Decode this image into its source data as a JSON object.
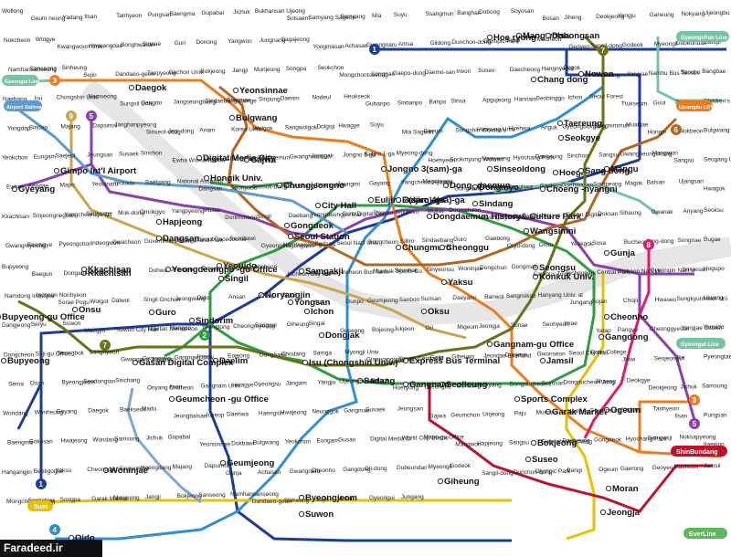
{
  "lines": [
    {
      "id": "line-1",
      "color": "#1b3c9a",
      "num": "1"
    },
    {
      "id": "line-2",
      "color": "#2f9e3f",
      "num": "2"
    },
    {
      "id": "line-3",
      "color": "#ef7c1c",
      "num": "3"
    },
    {
      "id": "line-4",
      "color": "#2f8fd6",
      "num": "4"
    },
    {
      "id": "line-5",
      "color": "#8b3fb0",
      "num": "5"
    },
    {
      "id": "line-6",
      "color": "#b5651d",
      "num": "6"
    },
    {
      "id": "line-7",
      "color": "#697215",
      "num": "7"
    },
    {
      "id": "line-8",
      "color": "#e6186c",
      "num": "8"
    },
    {
      "id": "line-9",
      "color": "#c9a648",
      "num": "9"
    },
    {
      "id": "jungang",
      "color": "#77c4a3",
      "num": ""
    },
    {
      "id": "bundang",
      "color": "#e6c200",
      "num": ""
    },
    {
      "id": "incheon",
      "color": "#7ca8d5",
      "num": ""
    },
    {
      "id": "sinbundang",
      "color": "#c0112b",
      "num": ""
    },
    {
      "id": "arex",
      "color": "#5b9bd5",
      "num": ""
    }
  ],
  "badges": {
    "gyeongui": "Gyeongui Line",
    "airport": "Airport Railroad",
    "gyeongchun": "Gyeongchun Line",
    "gyeongui_right": "Gyeongui Line",
    "sinbundang": "ShinBundang",
    "suin": "Suin",
    "everline": "EverLine",
    "ujeongbu": "Ujeongbu LRT"
  },
  "stations_major": [
    "Mangwolsa",
    "Daegok",
    "Yeonsinnae",
    "Bulgwang",
    "Chang dong",
    "Nowon",
    "Taereung",
    "Seokgye",
    "Mangu",
    "Hoegi",
    "Sang bong",
    "Choeng -nyangni",
    "Digital Media City",
    "Gajwa",
    "Hongik Univ.",
    "Chungjeongno",
    "City Hall",
    "Jongno 3(sam)-ga",
    "Dong- daemun",
    "Dongmyo",
    "Sinseoldong",
    "Euljiro 3(sam)-ga",
    "Euljiro 4(sa)-ga",
    "Dongdaemun History& Culture Park",
    "Sindang",
    "Wangsimni",
    "Gimpo Int'l Airport",
    "Gyeyang",
    "Hapjeong",
    "Dangsan",
    "Gongdeok",
    "Seoul Station",
    "Chungmuro",
    "Cheonggu",
    "Kkachisan",
    "Yeongdeungpo -gu Office",
    "Singil",
    "Yeouido",
    "Noryangjin",
    "Samgakji",
    "Yongsan",
    "Yaksu",
    "Oksu",
    "Ichon",
    "Konkuk Univ.",
    "Seongsu",
    "Gunja",
    "Cheonho",
    "Gangdong",
    "Bupyeong-gu Office",
    "Onsu",
    "Guro",
    "Sindorim",
    "Daelim",
    "Dongjak",
    "Express Bus Terminal",
    "Gangnam-gu Office",
    "Jamsil",
    "Seolleung",
    "Gangnam",
    "Sadang",
    "Isu (Chongshin Univ.)",
    "Gasan Digital Complex",
    "Geumcheon -gu Office",
    "Sports Complex",
    "Garak Market",
    "Ogeum",
    "Bupyeong",
    "Bokjeong",
    "Suseo",
    "Moran",
    "Geumjeong",
    "Byeongjeom",
    "Jeongja",
    "Giheung",
    "Suwon",
    "Oido",
    "Woninjae",
    "Hoe ryong",
    "Dobongsan",
    "Kkachisan"
  ],
  "stations_minor": [
    "Wollong",
    "Geum neung",
    "Yadang",
    "Ilsan",
    "Tanhyeon",
    "Pungsan",
    "Baengma",
    "Gupabal",
    "Jichuk",
    "Bukhansan Ujeong",
    "Solsaem",
    "Samyang Sageori",
    "Samyang",
    "Mia",
    "Suyu",
    "Ssangmun",
    "Banghak",
    "Dobong",
    "Soyosan",
    "Bosan",
    "Jiheng",
    "Deokjeong",
    "Yangju",
    "Ganeung",
    "Nokyang",
    "Uijeongbu",
    "Nokcheon",
    "Wolgye",
    "Kwangwoon Univ.",
    "Hwarangdae",
    "Bonghwasan",
    "Sinnae",
    "Guri",
    "Donong",
    "Yangwon",
    "Jungnang",
    "Sagajeong",
    "Yongmasan",
    "Achasan",
    "Gwangnaru",
    "Amsa",
    "Gildong",
    "Dunchon-dong",
    "Olympic Park",
    "Bangi",
    "Macheon",
    "Geoyeo",
    "Sangil-dong",
    "Godeok",
    "Myeongil",
    "Gubeundari",
    "Gangil",
    "Namhansanseong",
    "Sanseong",
    "Sinheung",
    "Sujin",
    "Dandaeo-geori",
    "Taepyeong",
    "Gachon Univ.",
    "Bokjeong",
    "Jangji",
    "Munjeong",
    "Songpa",
    "Seokchon",
    "Mongchontoseong",
    "Songnae",
    "Gaepo-dong",
    "Daemo-san",
    "Irwon",
    "Suseo",
    "Daecheong",
    "Hangnyeoul",
    "Dogok",
    "Maebong",
    "Yangjae",
    "Nambu Bus Terminal",
    "Seocho",
    "Bangbae",
    "Naebang",
    "Isu",
    "Chongshin Univ.",
    "Namseong",
    "Sungsil Univ.",
    "Sangdo",
    "Jangseungbaegi",
    "Sindaebang-samgeori",
    "Boramae",
    "Sinpung",
    "Daerim",
    "Nodeul",
    "Heukseok",
    "Gubanpo",
    "Sinbanpo",
    "Banpo",
    "Sinsa",
    "Apgujeong",
    "Hannam",
    "Seobinggo",
    "Ichon",
    "Seoul Forest",
    "Ttukseom",
    "Guui",
    "Jayang",
    "Children's Grand Park",
    "Yongdap",
    "Sindap",
    "Majang",
    "Dapsimni",
    "Janghanpyeong",
    "Sinseol-dong",
    "Jegi-dong",
    "Anam",
    "Korea Univ.",
    "Wolgok",
    "Sangwolgok",
    "Dolgoji",
    "Hwagye",
    "Suyu",
    "Mia Sageori",
    "Gireum",
    "Sungshin Women's Univ.",
    "Hansung Univ.",
    "Hyehwa",
    "Anguk",
    "Gyeongbokgung",
    "Dongnimmun",
    "Muakjae",
    "Hongje",
    "Nokbeon",
    "Bulgwang",
    "Yeokchon",
    "Eungam",
    "Saejeol",
    "Jeungsan",
    "Susaek",
    "Sinchon",
    "Ewha Womans Univ.",
    "Ahyeon",
    "Chungjeongno",
    "Seodaemun",
    "Gwanghwamun",
    "Jonggak",
    "Jongno 5-ga",
    "Euljiro 1-ga",
    "Myeong-dong",
    "Hoehyeon",
    "Sookmyung Women's Univ.",
    "Namyeong",
    "Hyochang Park",
    "Daeheung",
    "Sinchon",
    "Sangsu",
    "Gwangheungchang",
    "Mangwon",
    "Sangsu",
    "Seogang Univ.",
    "Ewha",
    "Aeogae",
    "Mapo",
    "Yeouinaru",
    "Yeouido",
    "Saetgang",
    "National Assembly",
    "Dangsan",
    "Seonyudo",
    "Sinmok-dong",
    "Yeomchang",
    "Deungchon",
    "Jeungmi",
    "Gayang",
    "Yangcheon Hyanggyo",
    "Magoknaru",
    "Gonghang",
    "Sinbangwha",
    "Banghwa",
    "Gaehwa",
    "Gaehwasan",
    "Songjeong",
    "Magok",
    "Balsan",
    "Ujangsan",
    "Hwagok",
    "Kkachisan",
    "Sinjeongnegeori",
    "Yangcheon-gu Office",
    "Sinjeong",
    "Mok-dong",
    "Omokgyo",
    "Yangpyeong",
    "Mullae",
    "Dorimcheon",
    "Singil",
    "Daebang",
    "Yeongdeungpo Market",
    "Guro Digital Complex",
    "Daerim",
    "Sindorim",
    "Mullae",
    "Dorimcheon",
    "Gwangmyeong Sageori",
    "Cheolsan",
    "Namgu-ro",
    "Gasan Digital",
    "Doksan",
    "Siheung",
    "Gwanak",
    "Anyang",
    "Seoksu",
    "Gwangmyeong",
    "Beomgye",
    "Pyeongchon",
    "Indeogwon",
    "Gwacheon",
    "Government Complex Gwacheon",
    "Seoul Grand Park",
    "Seoul Racecourse Park",
    "Seonbawi",
    "Gyeongmagongwon",
    "Namtaeryeong",
    "Sadang",
    "Seoul Nat'l Univ.",
    "Bongcheon",
    "Sillim",
    "Sindaebang",
    "Guro",
    "Gaebong",
    "Oryu-dong",
    "Onsu",
    "Yeokgok",
    "Sosa",
    "Bucheon",
    "Jung-dong",
    "Songnae",
    "Bugae",
    "Bupyeong",
    "Baegun",
    "Dongam",
    "Ganseok",
    "Juan",
    "Dohwa",
    "Jemulpo",
    "Dowon",
    "Dongincheon",
    "Incheon",
    "Incheon City Hall",
    "Arts Center",
    "Incheon Bus Terminal",
    "Munhak Sports Complex",
    "Seonhak",
    "Sinyeonsu",
    "Woninjae",
    "Dongchun",
    "Dongmak",
    "Campus Town",
    "Technopark",
    "Central Park",
    "Incheon Nat'l Univ.",
    "Gyeongin Nat'l Univ. of Education",
    "Soraesan",
    "Hogupo",
    "Namdong Induspark",
    "Incheon Nonhyeon",
    "Sorae Pogu",
    "Wolgot",
    "Dalwol",
    "Singil Onchon",
    "Jeongwang",
    "Oido",
    "Ansan",
    "Choji",
    "Singil",
    "Suri",
    "Gunpo",
    "Geumjeong",
    "Sanbon",
    "Surisan",
    "Daeyami",
    "Banwol",
    "Sangnoksu",
    "Hanyang Univ. at Ansan",
    "Jungang",
    "Gojan",
    "Chojii",
    "Hwaseo",
    "Sungkyunkwan Univ.",
    "Uiwang",
    "Dangjeong",
    "Seryu",
    "Suwon",
    "Maegyo",
    "Suwon City Hall",
    "Maetan Gwonseon",
    "Mangpo",
    "Yeongtong",
    "Cheongmyeong",
    "Sanggal",
    "Giheung",
    "Singal",
    "Guseong",
    "Bojeong",
    "Jukjeon",
    "Ori",
    "Migeum",
    "Jeongja",
    "Sunae",
    "Seohyeon",
    "Imae",
    "Yatap",
    "Pangyo",
    "Cheonggyesan",
    "Yangjae Citizen's Forest",
    "Yeouido",
    "Dongcheon",
    "Suji-gu Office",
    "Seongbok",
    "Sanghyeon",
    "Gwanggyo Jungang",
    "Gwanggyo",
    "Gangnam Univ.",
    "Jiseok",
    "Eojeong",
    "Dongbaek",
    "Chodang",
    "Samga",
    "Myongji Univ.",
    "Gimnyangjang",
    "Yongin Central Market",
    "Gojin",
    "Giheung",
    "Jeondae Everland",
    "Dunjeon",
    "Gwonseon",
    "Seoul City Hall",
    "Osan College",
    "Jinwi",
    "Seojeong-ri",
    "Jije",
    "Pyeongtaek",
    "Sema",
    "Osan",
    "Byeongjeom",
    "Seodongtan",
    "Sinchang",
    "Onyang Oncheon",
    "Asan",
    "Gangnam Univ.",
    "Hwagye",
    "Gyeongsu",
    "Jangam",
    "Yangju",
    "Uijeongbu Nat'l Hospital",
    "Balgok",
    "Hoeryong",
    "Uijeongbu",
    "Ganeung",
    "Nokyang",
    "Dongducheon",
    "Soyosan",
    "Dongducheon Jungang",
    "Jihaeng",
    "Deokgye",
    "Deokjeong",
    "Jichuk",
    "Samsong",
    "Wondang",
    "Wonheung",
    "Goyang",
    "Daegok",
    "Baekseok",
    "Madu",
    "Jeongbalsan",
    "Juyeop",
    "Daehwa",
    "Haengsin",
    "Hwajeong",
    "Neunggok",
    "Gangmae",
    "Susaek",
    "Jeungsan",
    "Gajwa",
    "Geumchon",
    "Unjeong",
    "Paju",
    "Munsan",
    "Wollong",
    "Geumneung",
    "Yadang",
    "Tanhyeon",
    "Ilsan",
    "Pungsan",
    "Baengma",
    "Gokusan",
    "Hwajeong",
    "Wondang",
    "Samsong",
    "Jichuk",
    "Gupabal",
    "Yeonsinnae",
    "Dokbawi",
    "Bulgwang",
    "Yeokchon",
    "Eungam",
    "Gusan",
    "Digital Media City",
    "World Cup Stadium",
    "Mapo-gu Office",
    "Mangwon",
    "Hapjeong",
    "Sangsu",
    "Gwangheungchang",
    "Daeheung",
    "Gongdeok",
    "Hyochang Park",
    "Samgakji",
    "Noksapyeong",
    "Itaewon",
    "Hangangjin",
    "Beotigogae",
    "Yaksu",
    "Cheonggu",
    "Singeumho",
    "Haengdang",
    "Majang",
    "Dapsimni",
    "Gunja",
    "Achasan",
    "Gwangnaru",
    "Cheonho",
    "Gangdong",
    "Gil-dong",
    "Gubeundari",
    "Myeongil",
    "Godeok",
    "Sangil-dong",
    "Dunchon-dong",
    "Olympic Park",
    "Bangi",
    "Ogeum",
    "Gaerong",
    "Geoyeo",
    "Macheon",
    "Jamsil",
    "Mongchontoseong",
    "Seokchon",
    "Songpa",
    "Garak Market",
    "Munjeong",
    "Jangji",
    "Bokjeong",
    "Sanseong",
    "Namhansanseong",
    "Dandaeo-geori",
    "Sinheung",
    "Sujin",
    "Moran",
    "Gyeongui",
    "Jungang"
  ],
  "footer": "Faradeed.ir"
}
